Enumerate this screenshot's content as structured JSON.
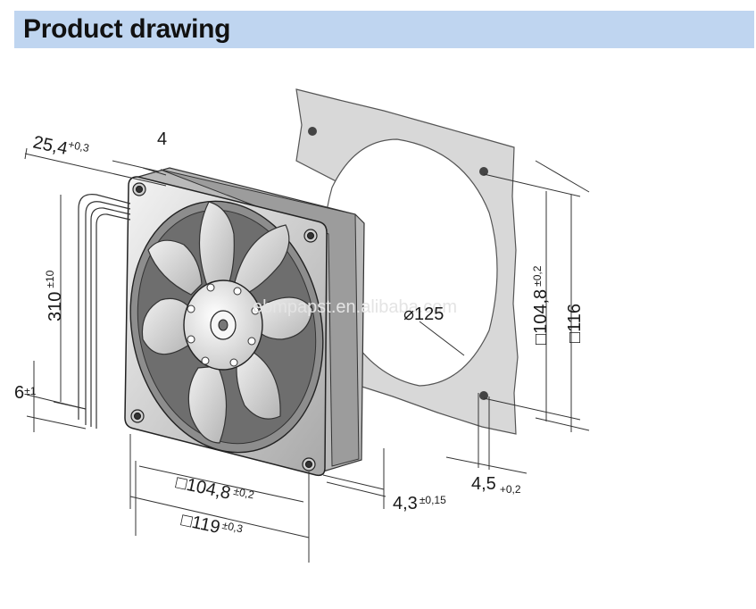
{
  "header": {
    "title": "Product drawing"
  },
  "watermark": "ebmpapst.en.alibaba.com",
  "dimensions": {
    "depth": {
      "value": "25,4",
      "tol": "+0,3"
    },
    "lip": {
      "value": "4"
    },
    "cable_length": {
      "value": "310",
      "tol": "±10"
    },
    "cable_strip": {
      "value": "6",
      "tol": "±1"
    },
    "hole_spacing_front": {
      "value": "□104,8",
      "tol": "±0,2"
    },
    "frame_width": {
      "value": "□119",
      "tol": "±0,3"
    },
    "hole_dia": {
      "value": "4,3",
      "tol": "±0,15"
    },
    "cutout_dia": {
      "value": "⌀125"
    },
    "hole_spacing_panel": {
      "value": "□104,8",
      "tol": "±0,2"
    },
    "panel_size": {
      "value": "□116"
    },
    "panel_hole": {
      "value": "4,5",
      "tol": "+0,2"
    }
  },
  "colors": {
    "header_bg": "#bfd5f0",
    "panel_fill": "#d6d6d6",
    "fan_light": "#e2e2e2",
    "fan_dark": "#9a9a9a"
  }
}
